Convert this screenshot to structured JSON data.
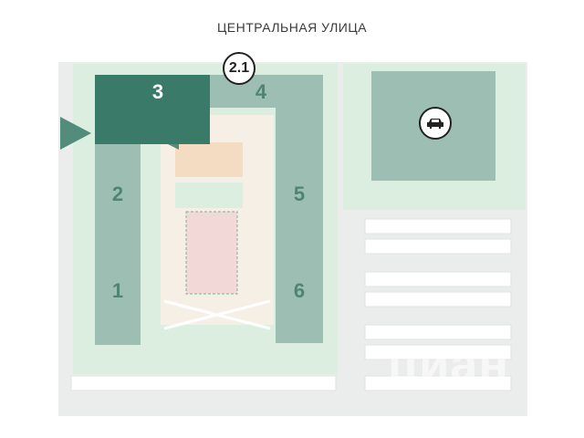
{
  "map": {
    "street_label": "ЦЕНТРАЛЬНАЯ УЛИЦА",
    "section_badge": "2.1",
    "buildings": [
      {
        "label": "1",
        "highlighted": false
      },
      {
        "label": "2",
        "highlighted": false
      },
      {
        "label": "3",
        "highlighted": true
      },
      {
        "label": "4",
        "highlighted": false
      },
      {
        "label": "5",
        "highlighted": false
      },
      {
        "label": "6",
        "highlighted": false
      }
    ],
    "parking_icon": "car-icon",
    "watermark": "циан",
    "colors": {
      "building": "#9dbfb3",
      "building_highlight": "#3a7a68",
      "lawn": "#dbeee0",
      "road": "#ebedec",
      "courtyard_sand": "#f4dcc3",
      "courtyard_court": "#f2d8d6",
      "entrance_arrow": "#3a7a68"
    }
  }
}
